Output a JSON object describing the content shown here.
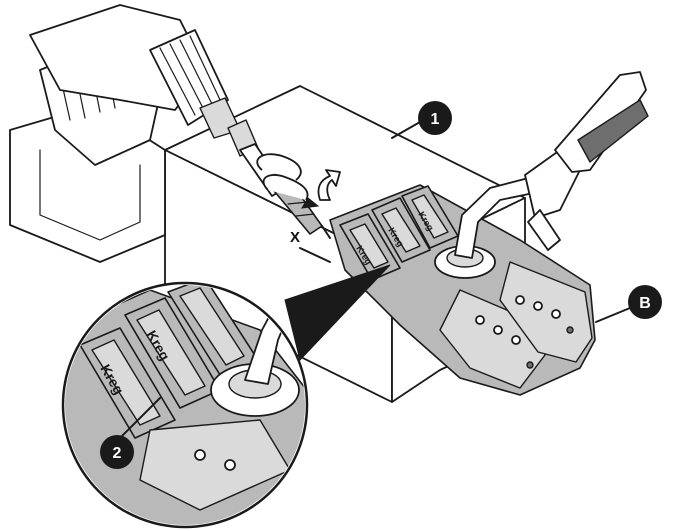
{
  "callouts": {
    "one": "1",
    "two": "2",
    "b": "B"
  },
  "marks": {
    "x": "X"
  },
  "logo_text": "Kreg",
  "colors": {
    "ink": "#1a1a1a",
    "jig_gray": "#b9b9b9",
    "light_gray": "#dadada",
    "callout_fill": "#1a1a1a"
  }
}
